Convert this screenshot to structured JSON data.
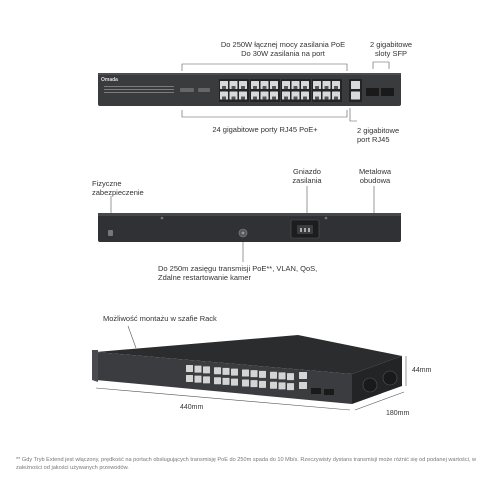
{
  "front": {
    "logo": "Omada",
    "power_callout": [
      "Do 250W łącznej mocy zasilania PoE",
      "Do 30W zasilania na port"
    ],
    "sfp_callout": [
      "2 gigabitowe",
      "sloty SFP"
    ],
    "ports_callout": "24 gigabitowe porty RJ45 PoE+",
    "rj45_callout": [
      "2 gigabitowe",
      "port RJ45"
    ]
  },
  "rear": {
    "lock_callout": [
      "Fizyczne",
      "zabezpieczenie"
    ],
    "power_socket_callout": [
      "Gniazdo",
      "zasilania"
    ],
    "casing_callout": [
      "Metalowa",
      "obudowa"
    ],
    "features_callout": [
      "Do 250m zasięgu transmisji PoE**, VLAN, QoS,",
      "Zdalne restartowanie kamer"
    ]
  },
  "angled": {
    "rack_callout": "Możliwość montażu w szafie Rack",
    "height": "44mm",
    "width": "440mm",
    "depth": "180mm"
  },
  "footnote": "** Gdy Tryb Extend jest włączony, prędkość na portach obsługujących transmisję PoE do 250m spada do 10 Mb/s. Rzeczywisty dystans transmisji może różnić się od podanej wartości, w zależności od jakości używanych przewodów."
}
